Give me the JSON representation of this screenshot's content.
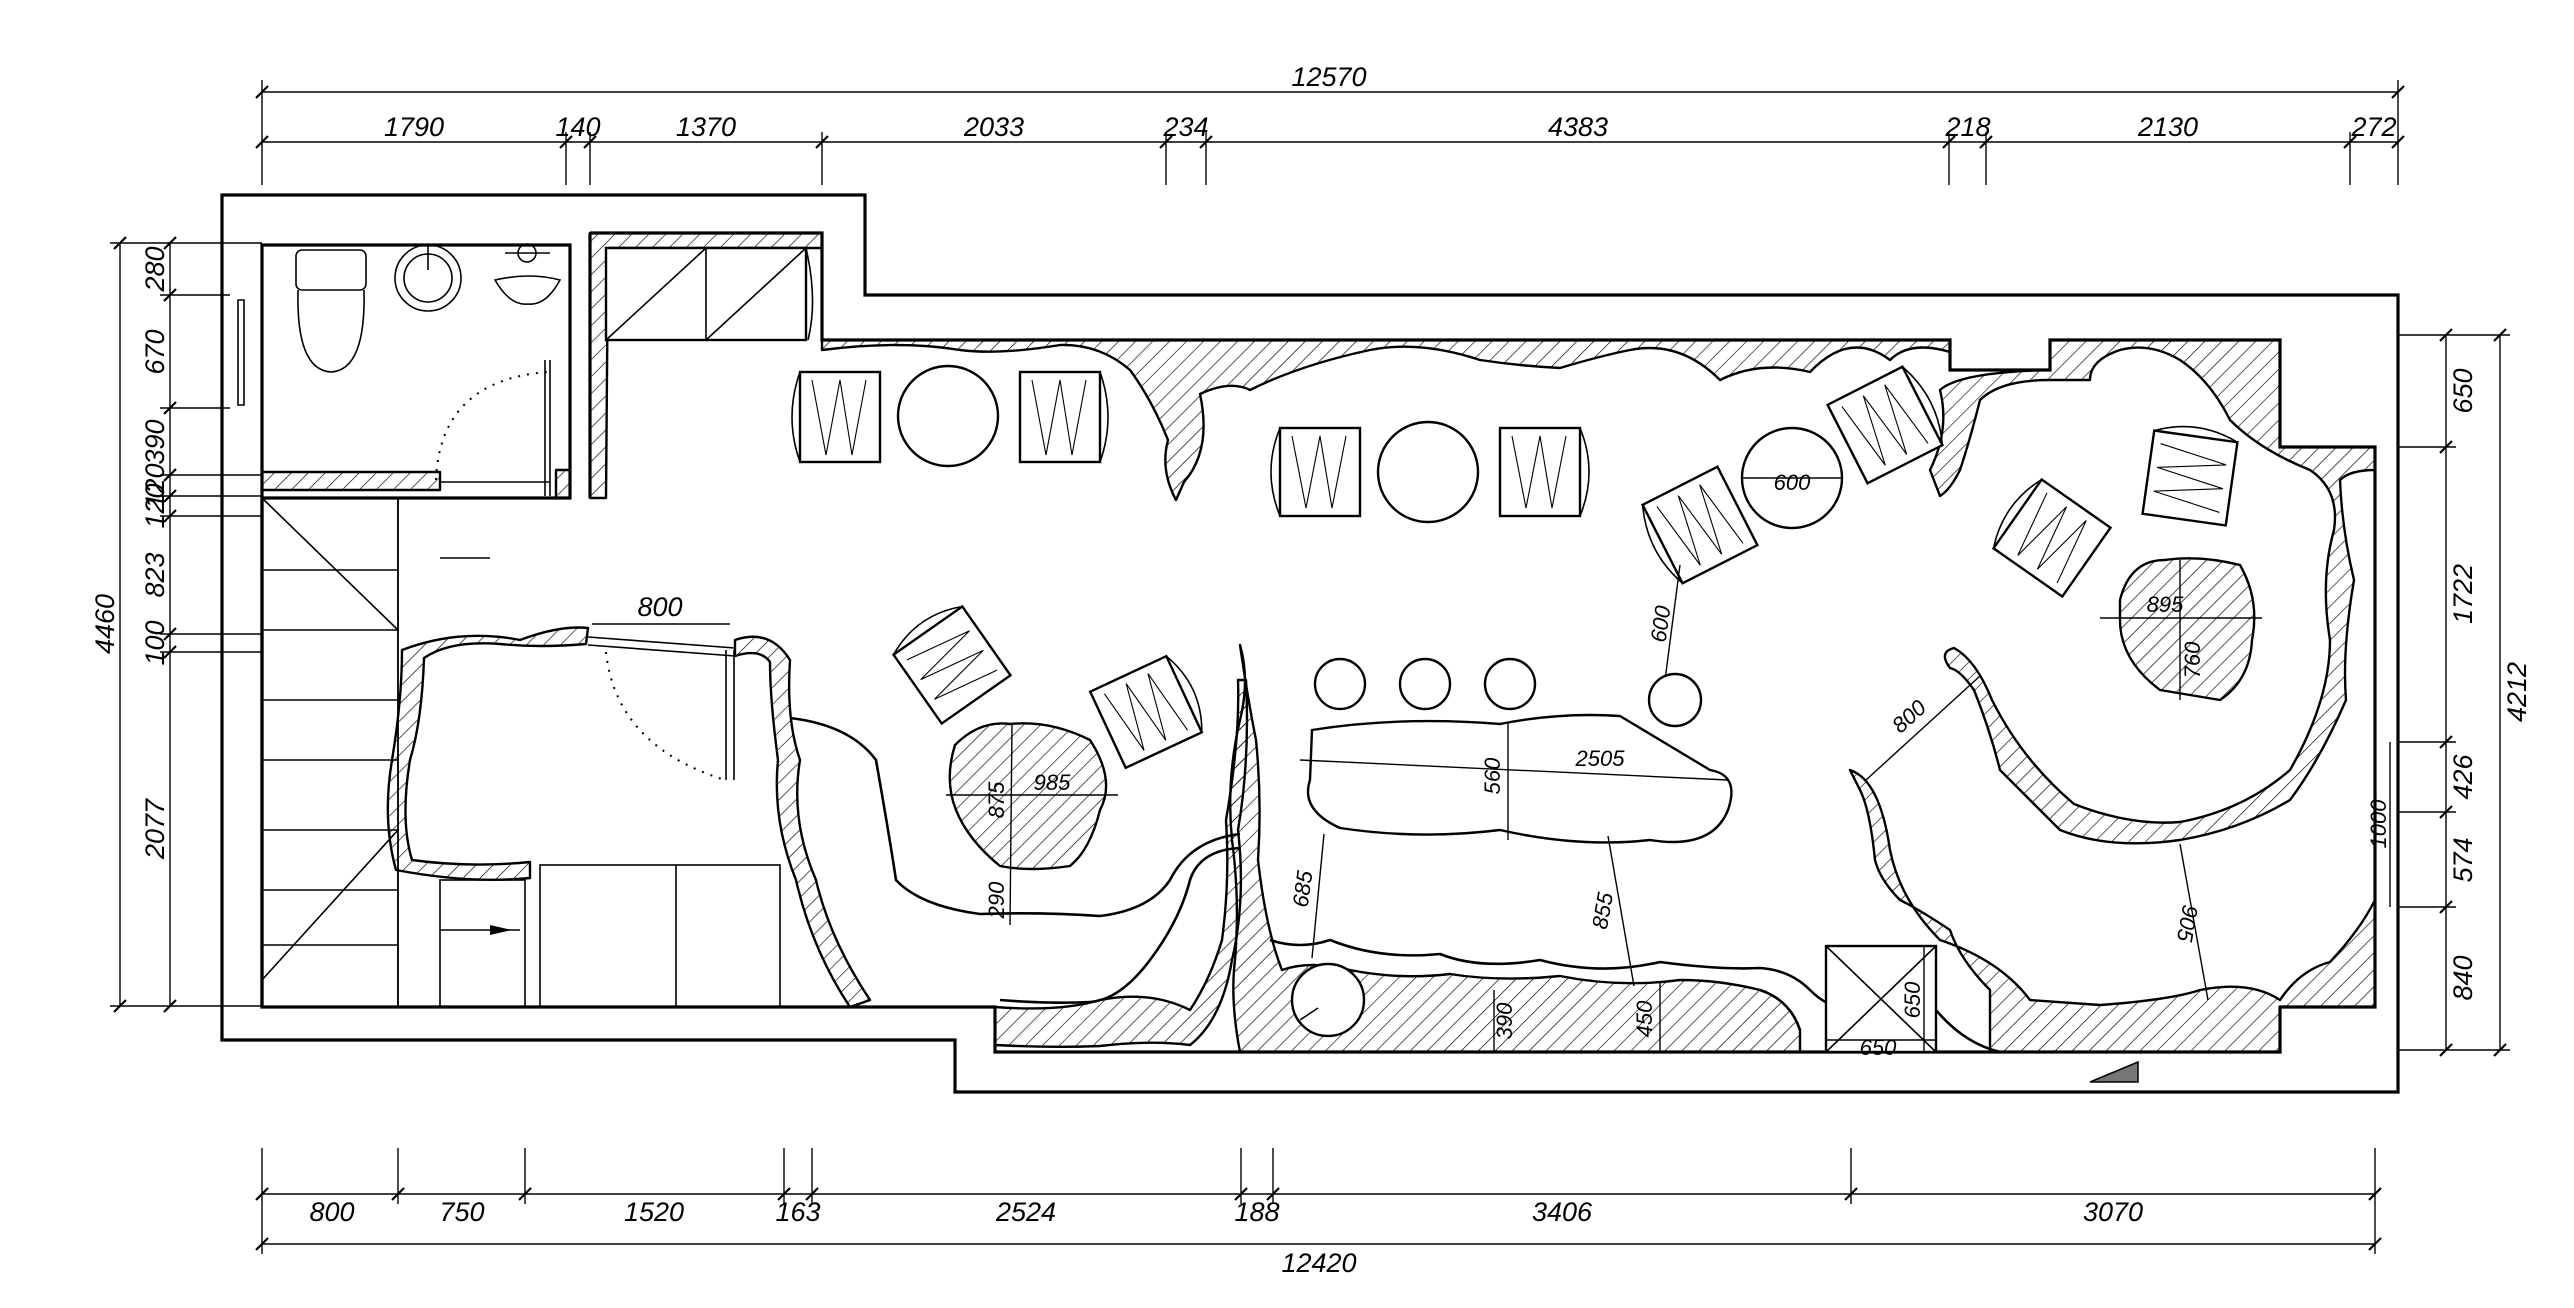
{
  "dimensions": {
    "top_total": "12570",
    "top": [
      "1790",
      "140",
      "1370",
      "2033",
      "234",
      "4383",
      "218",
      "2130",
      "272"
    ],
    "bottom_total": "12420",
    "bottom": [
      "800",
      "750",
      "1520",
      "163",
      "2524",
      "188",
      "3406",
      "3070"
    ],
    "left_total": "4460",
    "left": [
      "280",
      "670",
      "390",
      "120",
      "120",
      "823",
      "100",
      "2077"
    ],
    "right_total": "4212",
    "right": [
      "650",
      "1722",
      "426",
      "574",
      "840"
    ],
    "interior": {
      "door_width": "800",
      "table_600": "600",
      "chair_gap": "600",
      "table_right_w": "895",
      "table_right_h": "760",
      "table_left_w": "985",
      "table_left_h": "875",
      "table_left_gap": "290",
      "bar_length": "2505",
      "bar_depth": "560",
      "gap_685": "685",
      "gap_855": "855",
      "gap_390": "390",
      "gap_450": "450",
      "box_w": "650",
      "box_h": "650",
      "gap_800": "800",
      "gap_905": "905",
      "gap_1000": "1000"
    }
  },
  "colors": {
    "line": "#000000",
    "background": "#ffffff"
  }
}
